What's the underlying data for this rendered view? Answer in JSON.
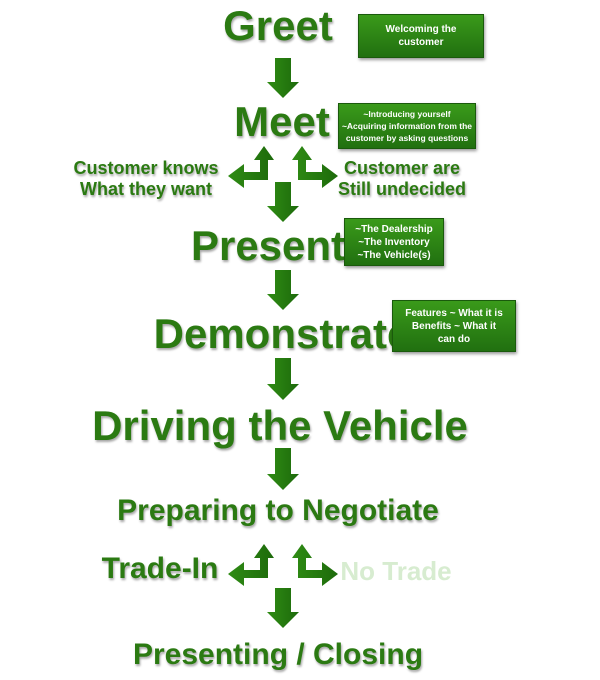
{
  "steps": {
    "greet": "Greet",
    "meet": "Meet",
    "present": "Present",
    "demonstrate": "Demonstrate",
    "driving": "Driving the Vehicle",
    "preparing": "Preparing to Negotiate",
    "closing": "Presenting / Closing"
  },
  "branches": {
    "knows_line1": "Customer knows",
    "knows_line2": "What they want",
    "undecided_line1": "Customer are",
    "undecided_line2": "Still undecided",
    "trade_in": "Trade-In",
    "no_trade": "No Trade"
  },
  "notes": {
    "greet": [
      "Welcoming the",
      "customer"
    ],
    "meet": [
      "~Introducing yourself",
      "~Acquiring information from the",
      "customer by asking questions"
    ],
    "present": [
      "~The Dealership",
      "~The Inventory",
      "~The Vehicle(s)"
    ],
    "demonstrate": [
      "Features ~ What it is",
      "Benefits ~ What it",
      "can do"
    ]
  },
  "colors": {
    "text_green": "#2b7a12",
    "no_trade": "#d7ecd0",
    "note_green": "#2f8a16"
  }
}
